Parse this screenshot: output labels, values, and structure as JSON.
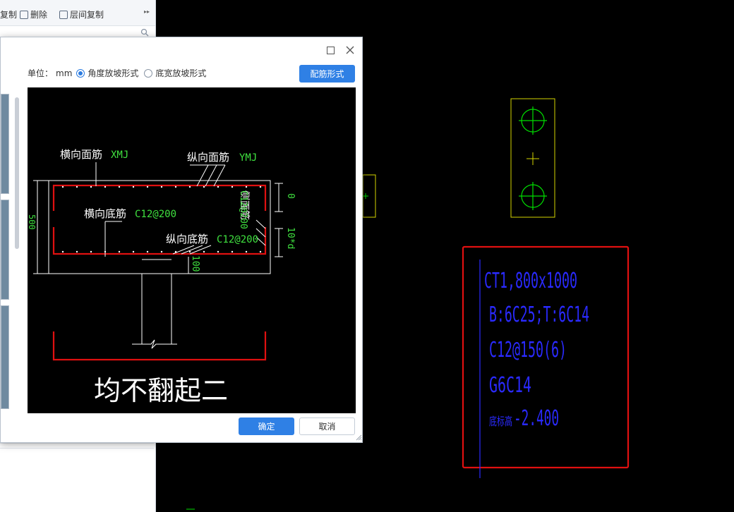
{
  "left_panel": {
    "toolbar": {
      "copy_label": "复制",
      "delete_label": "删除",
      "floor_copy_label": "层间复制",
      "more_glyph": "▸▸"
    }
  },
  "dialog": {
    "unit_label": "单位：",
    "unit_value": "mm",
    "radio_angle_label": "角度放坡形式",
    "radio_width_label": "底宽放坡形式",
    "selected_radio": "角度放坡形式",
    "rebar_form_button": "配筋形式",
    "ok_button": "确定",
    "cancel_button": "取消",
    "preview": {
      "transverse_top_label": "横向面筋",
      "transverse_top_code": "XMJ",
      "longitudinal_top_label": "纵向面筋",
      "longitudinal_top_code": "YMJ",
      "transverse_bottom_label": "横向底筋",
      "transverse_bottom_value": "C12@200",
      "longitudinal_bottom_label": "纵向底筋",
      "longitudinal_bottom_value": "C12@200",
      "side_label": "侧面筋",
      "side_value": "C12@200",
      "dim_height": "500",
      "dim_top": "0",
      "dim_anchor": "10*d",
      "dim_bottom": "100",
      "caption": "均不翻起二"
    }
  },
  "cad": {
    "annotation_lines": [
      "CT1,800x1000",
      "B:6C25;T:6C14",
      "C12@150(6)",
      "G6C14",
      "-2.400"
    ],
    "elevation_prefix": "底标高",
    "colors": {
      "annotation": "#2a2aff",
      "highlight_box": "#e01010",
      "column": "#d4d400",
      "pile": "#00e000"
    }
  }
}
